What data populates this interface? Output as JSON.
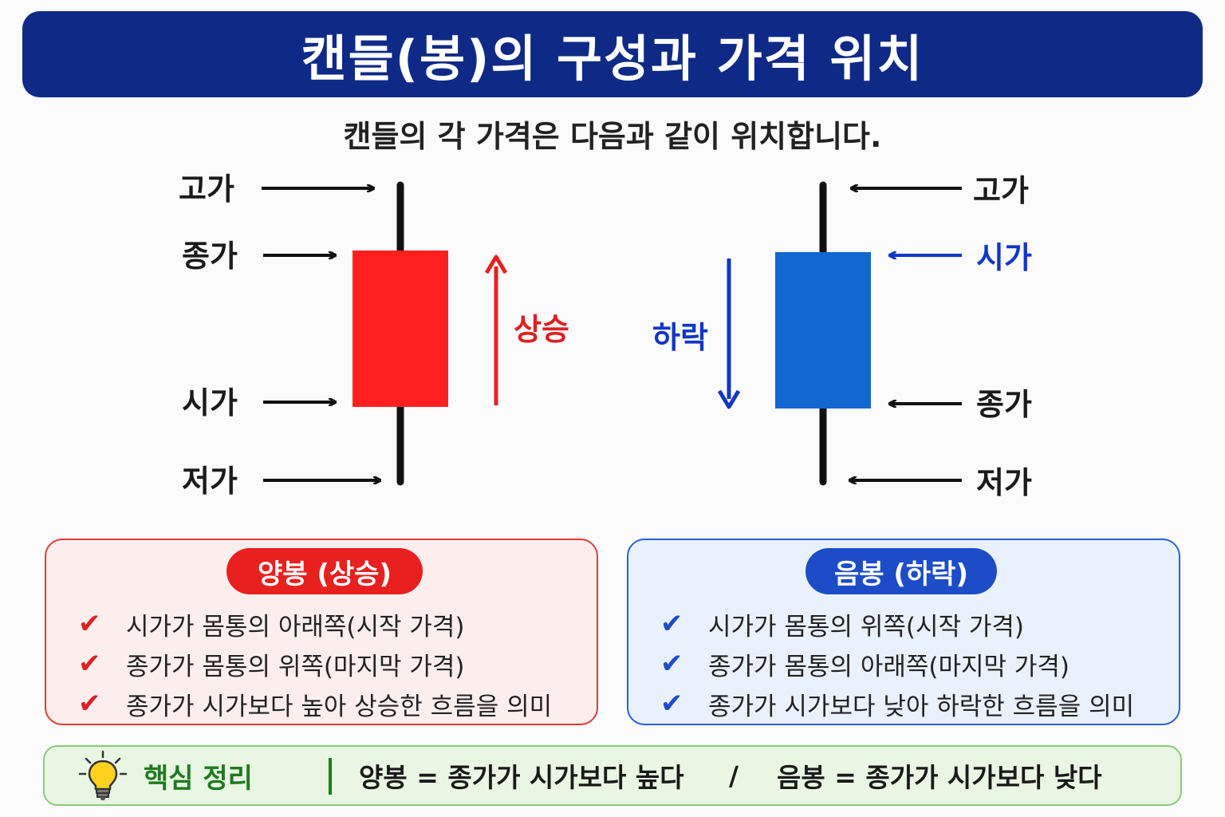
{
  "title": "캔들(봉)의 구성과 가격 위치",
  "subtitle": "캔들의 각 가격은 다음과 같이 위치합니다.",
  "colors": {
    "bullish": "#ff1f1f",
    "bearish": "#1466d0",
    "header": "#0f2a86"
  },
  "left_candle": {
    "labels": {
      "high": "고가",
      "close": "종가",
      "open": "시가",
      "low": "저가"
    },
    "direction_label": "상승"
  },
  "right_candle": {
    "labels": {
      "high": "고가",
      "open": "시가",
      "close": "종가",
      "low": "저가"
    },
    "direction_label": "하락"
  },
  "bullish_box": {
    "title": "양봉 (상승)",
    "items": [
      "시가가 몸통의 아래쪽(시작 가격)",
      "종가가 몸통의 위쪽(마지막 가격)",
      "종가가 시가보다 높아 상승한 흐름을 의미"
    ]
  },
  "bearish_box": {
    "title": "음봉 (하락)",
    "items": [
      "시가가 몸통의 위쪽(시작 가격)",
      "종가가 몸통의 아래쪽(마지막 가격)",
      "종가가 시가보다 낮아 하락한 흐름을 의미"
    ]
  },
  "summary": {
    "title": "핵심 정리",
    "bullish_rule": "양봉 = 종가가 시가보다 높다",
    "slash": "/",
    "bearish_rule": "음봉 = 종가가 시가보다 낮다"
  },
  "icons": {
    "check": "check-icon",
    "bulb": "lightbulb-icon"
  }
}
